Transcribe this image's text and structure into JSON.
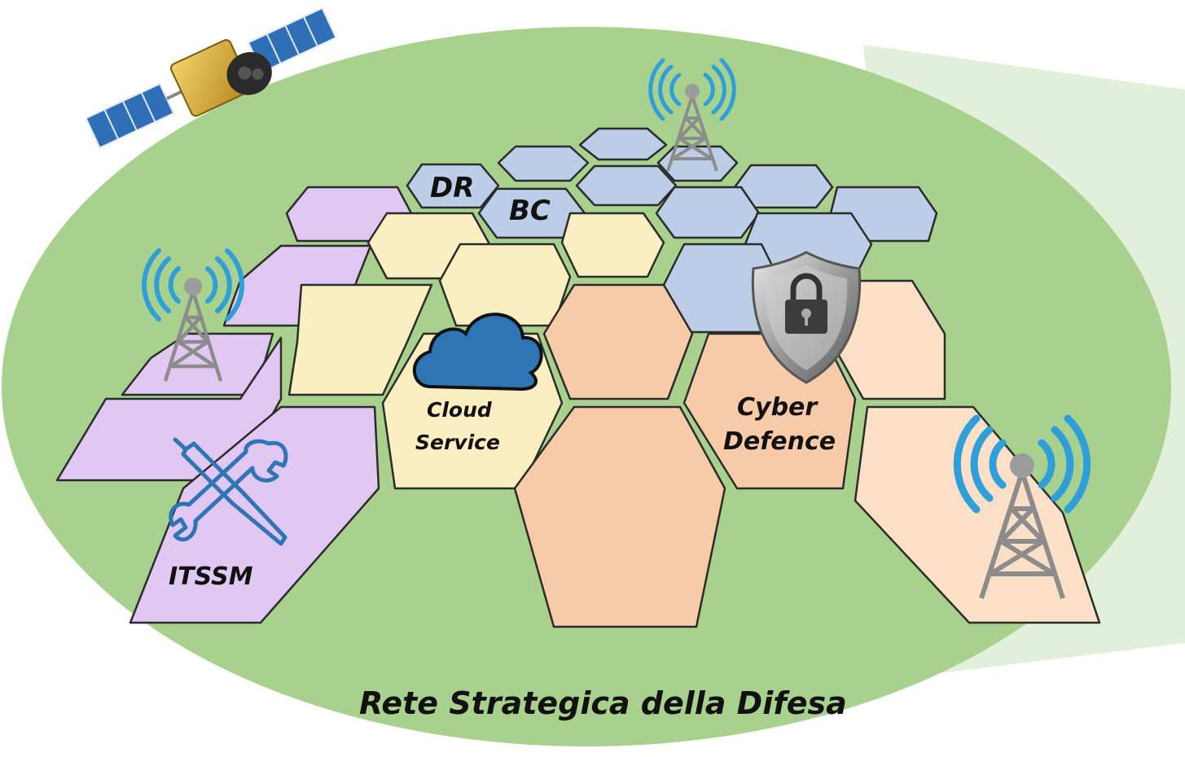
{
  "labels": {
    "dr": "DR",
    "bc": "BC",
    "cloud_line1": "Cloud",
    "cloud_line2": "Service",
    "cyber_line1": "Cyber",
    "cyber_line2": "Defence",
    "itssm": "ITSSM"
  },
  "title": "Rete Strategica della Difesa",
  "colors": {
    "background_ellipse": "#a9d18e",
    "projection_beam": "#e2efda",
    "purple_cell": "#e0c8f2",
    "yellow_cell": "#fbefc2",
    "blue_cell": "#bccde8",
    "orange_cell": "#f8cba8",
    "light_orange_cell": "#fbdfc6",
    "icon_blue": "#2e75b6",
    "tower_gray": "#8c8c8c",
    "antenna_wave": "#2e9fd8"
  },
  "icons": [
    "satellite-icon",
    "radio-tower-icon",
    "cloud-icon",
    "shield-lock-icon",
    "tools-icon"
  ]
}
